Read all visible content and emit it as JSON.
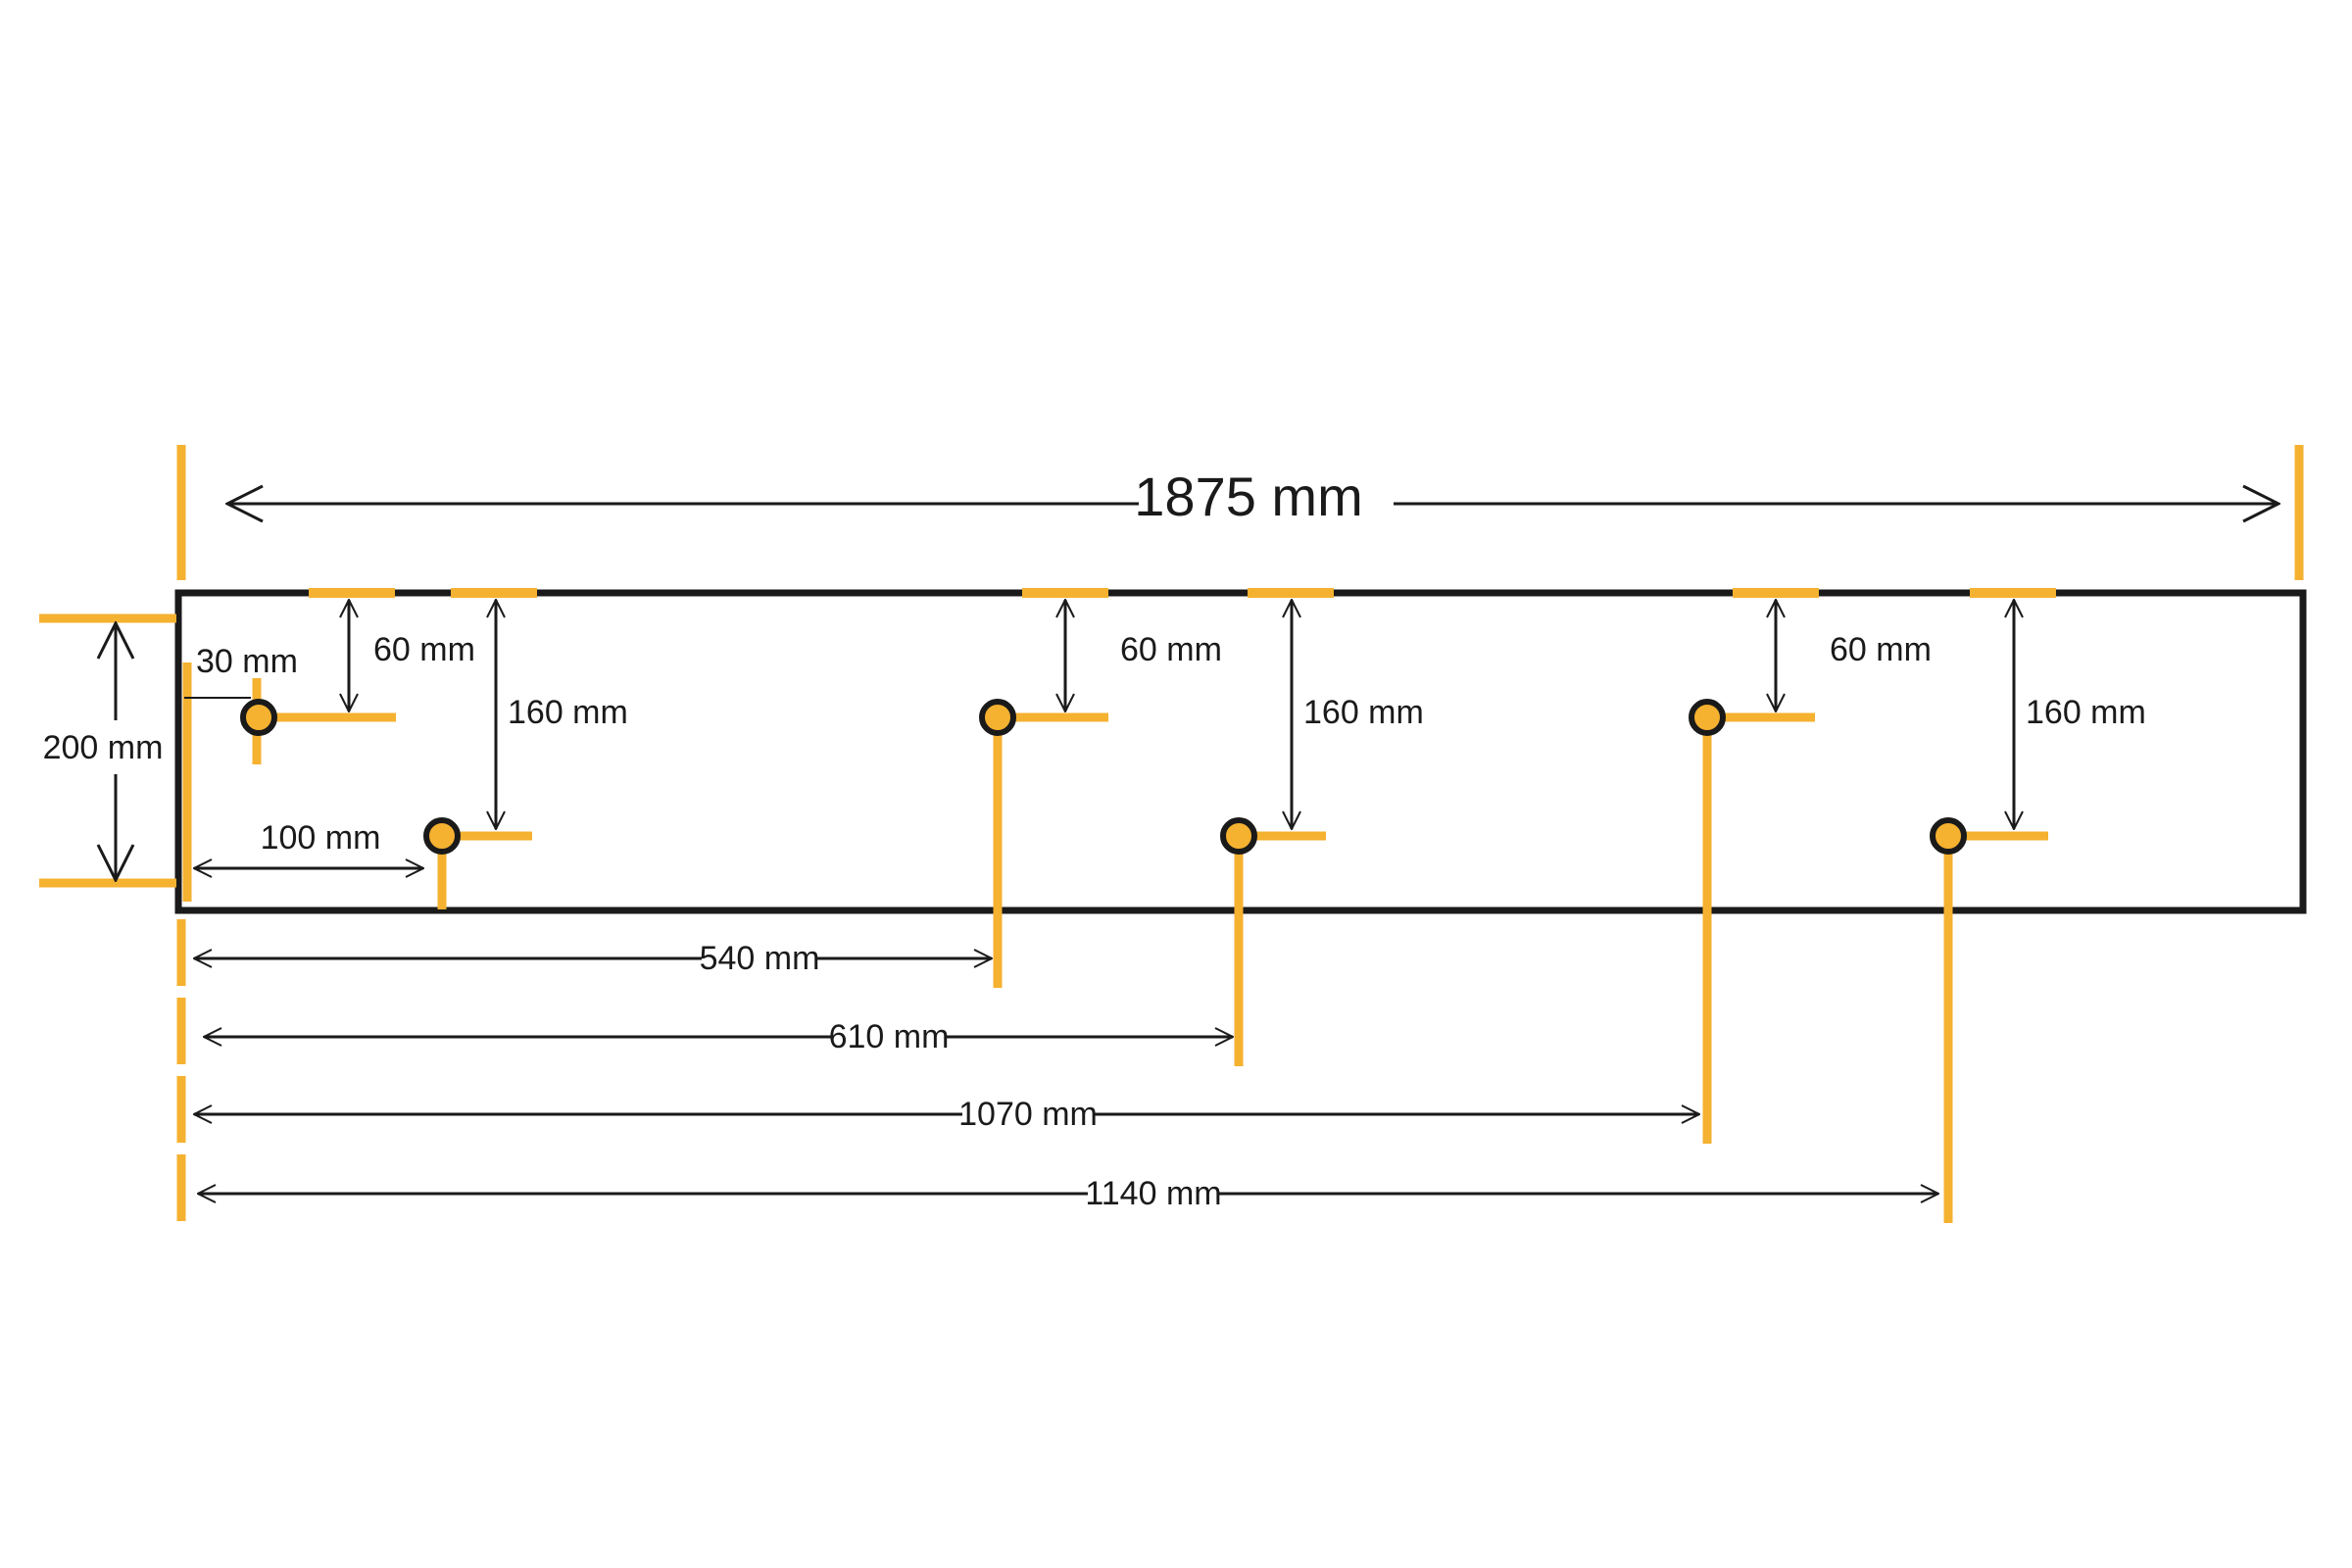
{
  "colors": {
    "board_outline": "#1a1a1a",
    "marker": "#f5b130",
    "dimension_line": "#1a1a1a",
    "background": "#ffffff"
  },
  "dimensions": {
    "total_length": "1875 mm",
    "height": "200 mm",
    "edge_offset": "30 mm",
    "first_offset": "100 mm",
    "top_offsets": [
      "60 mm",
      "60 mm",
      "60 mm"
    ],
    "bottom_offsets": [
      "160 mm",
      "160 mm",
      "160 mm"
    ],
    "hole_positions": [
      "540 mm",
      "610 mm",
      "1070 mm",
      "1140 mm"
    ]
  },
  "icons": {
    "hole": "circle-hole-icon",
    "arrow": "arrow-head-icon"
  }
}
